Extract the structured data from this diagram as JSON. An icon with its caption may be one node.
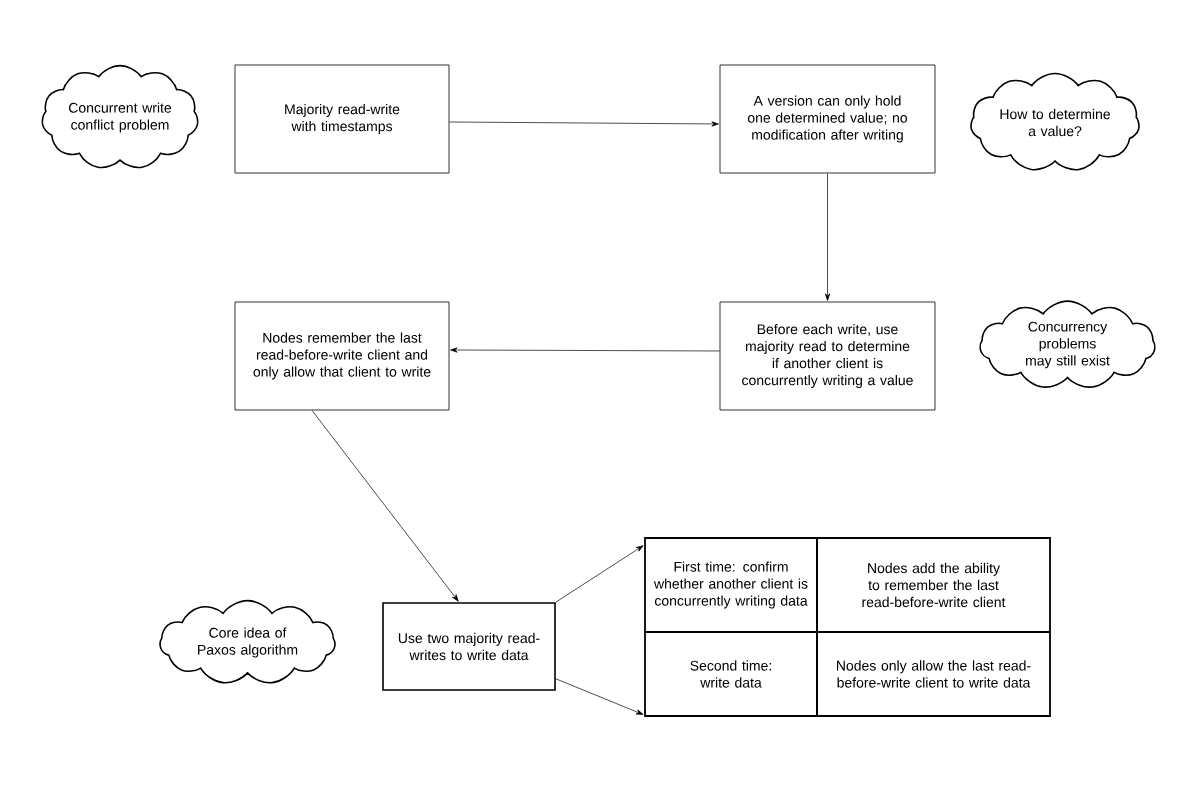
{
  "diagram": {
    "nodes": [
      {
        "text": [
          "Concurrent write conflict problem"
        ]
      },
      {
        "text": [
          "Majority read-write with timestamps"
        ]
      },
      {
        "text": [
          "A version can only hold one determined value; no modification after writing"
        ]
      },
      {
        "text": [
          "How to determine a value?"
        ]
      },
      {
        "text": [
          "Before each write, use majority read to determine if another client is concurrently writing a value"
        ]
      },
      {
        "text": [
          "Nodes remember the last read-before-write client and only allow that client to write"
        ]
      },
      {
        "text": [
          "Concurrency problems may still exist"
        ]
      },
      {
        "text": [
          "Core idea of Paxos algorithm"
        ]
      },
      {
        "text": [
          "Use two majority read-writes to write data"
        ]
      },
      {
        "text": [
          "First time: confirm whether another client is concurrently writing data"
        ]
      },
      {
        "text": [
          "Nodes add the ability to remember the last read-before-write client"
        ]
      },
      {
        "text": [
          "Second time: write data"
        ]
      },
      {
        "text": [
          "Nodes only allow the last read-before-write client to write data"
        ]
      }
    ],
    "edges": [
      {
        "from": 1,
        "to": 2,
        "arrow": "to"
      },
      {
        "from": 2,
        "to": 4,
        "arrow": "to"
      },
      {
        "from": 4,
        "to": 5,
        "arrow": "to"
      },
      {
        "from": 5,
        "to": 8,
        "arrow": "to"
      },
      {
        "from": 8,
        "to": 9,
        "arrow": "to"
      },
      {
        "from": 8,
        "to": 11,
        "arrow": "to"
      }
    ]
  }
}
